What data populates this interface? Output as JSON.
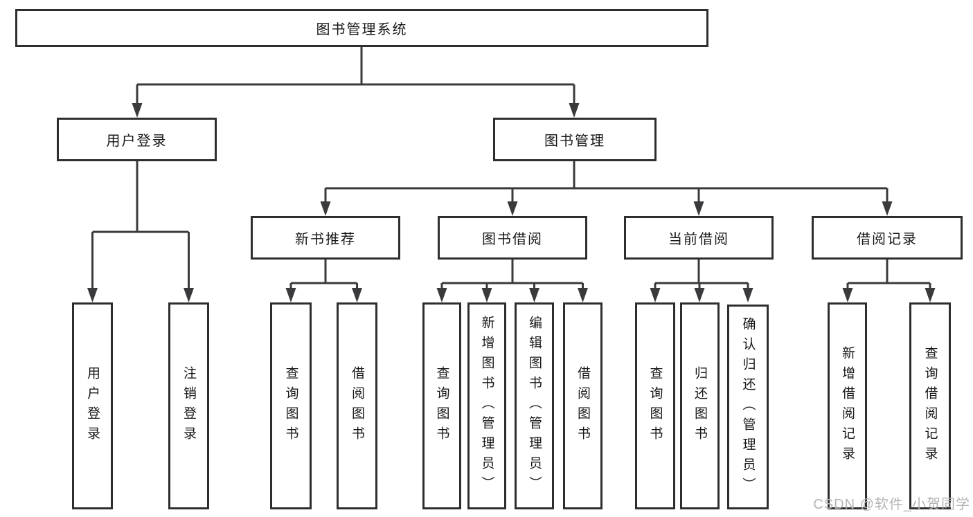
{
  "diagram": {
    "root": {
      "label": "图书管理系统"
    },
    "user_login": {
      "label": "用户登录",
      "children": [
        {
          "label": "用户登录"
        },
        {
          "label": "注销登录"
        }
      ]
    },
    "book_management": {
      "label": "图书管理",
      "sections": [
        {
          "label": "新书推荐",
          "children": [
            {
              "label": "查询图书"
            },
            {
              "label": "借阅图书"
            }
          ]
        },
        {
          "label": "图书借阅",
          "children": [
            {
              "label": "查询图书"
            },
            {
              "label": "新增图书（管理员）"
            },
            {
              "label": "编辑图书（管理员）"
            },
            {
              "label": "借阅图书"
            }
          ]
        },
        {
          "label": "当前借阅",
          "children": [
            {
              "label": "查询图书"
            },
            {
              "label": "归还图书"
            },
            {
              "label": "确认归还（管理员）"
            }
          ]
        },
        {
          "label": "借阅记录",
          "children": [
            {
              "label": "新增借阅记录"
            },
            {
              "label": "查询借阅记录"
            }
          ]
        }
      ]
    }
  },
  "watermark": {
    "text": "CSDN @软件_小贺同学"
  },
  "colors": {
    "line": "#3a3a3c",
    "box_border": "#2e2e30",
    "box_fill": "#ffffff",
    "text": "#17171a",
    "watermark": "#b5b5b8",
    "background": "#ffffff"
  }
}
